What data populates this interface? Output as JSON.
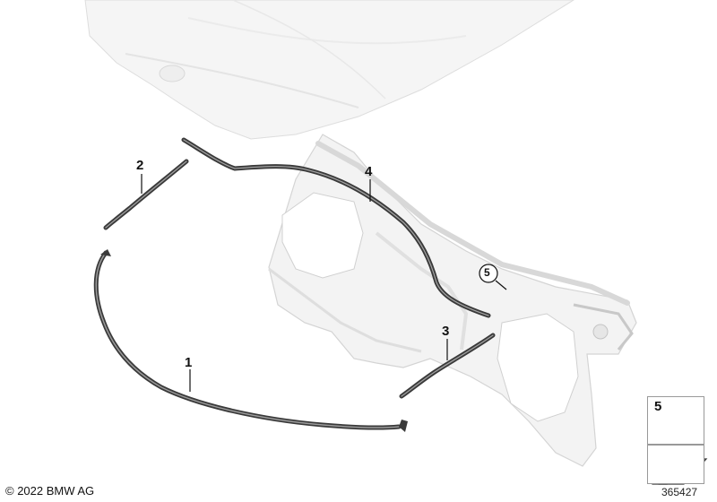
{
  "callouts": {
    "c1": "1",
    "c2": "2",
    "c3": "3",
    "c4": "4",
    "c5": "5"
  },
  "legend": {
    "item_number": "5"
  },
  "footer": {
    "copyright": "© 2022 BMW AG",
    "diagram_id": "365427"
  },
  "colors": {
    "seal": "#3a3a3a",
    "panel_fill": "#f3f3f3",
    "panel_shade": "#e2e2e2",
    "hood_fill": "#f6f6f6",
    "leader": "#111111"
  }
}
